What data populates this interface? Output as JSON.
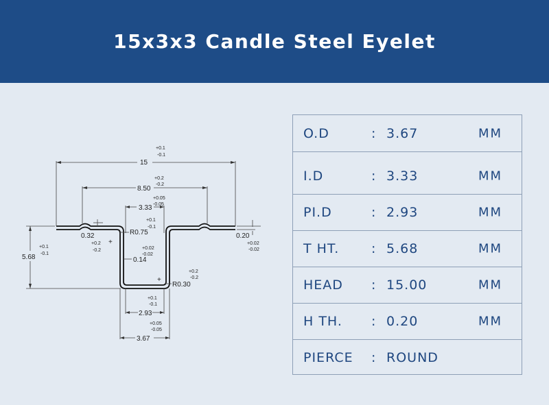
{
  "header": {
    "title": "15x3x3 Candle Steel Eyelet"
  },
  "drawing": {
    "dims": {
      "head_width": "15",
      "head_width_tol_plus": "+0.1",
      "head_width_tol_minus": "-0.1",
      "ring_width": "8.50",
      "ring_width_tol_plus": "+0.2",
      "ring_width_tol_minus": "-0.2",
      "inner_dia": "3.33",
      "inner_dia_tol_plus": "+0.05",
      "inner_dia_tol_minus": "-0.05",
      "wall_tol_plus": "+0.1",
      "wall_tol_minus": "-0.1",
      "ring_offset": "0.32",
      "ring_offset_tol_plus": "+0.2",
      "ring_offset_tol_minus": "-0.2",
      "bend_radius": "R0.75",
      "flange_thickness": "0.20",
      "flange_tol_plus": "+0.02",
      "flange_tol_minus": "-0.02",
      "total_height": "5.68",
      "total_height_tol_plus": "+0.1",
      "total_height_tol_minus": "-0.1",
      "wall_thickness": "0.14",
      "wall_thickness_tol_plus": "+0.02",
      "wall_thickness_tol_minus": "-0.02",
      "base_radius": "R0.30",
      "base_radius_tol_plus": "+0.2",
      "base_radius_tol_minus": "-0.2",
      "pierce_dia": "2.93",
      "pierce_dia_tol_plus": "+0.1",
      "pierce_dia_tol_minus": "-0.1",
      "outer_dia": "3.67",
      "outer_dia_tol_plus": "+0.05",
      "outer_dia_tol_minus": "-0.05",
      "center_mark_1": "+",
      "center_mark_2": "+"
    }
  },
  "specs": [
    {
      "label": "O.D",
      "colon": ":",
      "value": "3.67",
      "unit": "MM"
    },
    {
      "label": "I.D",
      "colon": ":",
      "value": "3.33",
      "unit": "MM"
    },
    {
      "label": "PI.D",
      "colon": ":",
      "value": "2.93",
      "unit": "MM"
    },
    {
      "label": "T HT.",
      "colon": ":",
      "value": "5.68",
      "unit": "MM"
    },
    {
      "label": "HEAD",
      "colon": ":",
      "value": "15.00",
      "unit": "MM"
    },
    {
      "label": "H TH.",
      "colon": ":",
      "value": "0.20",
      "unit": "MM"
    },
    {
      "label": "PIERCE",
      "colon": ":",
      "value": "ROUND",
      "unit": ""
    }
  ],
  "colors": {
    "banner": "#1e4c87",
    "background": "#e3eaf2",
    "spec_text": "#1f4780",
    "table_border": "#8d9fb6"
  }
}
